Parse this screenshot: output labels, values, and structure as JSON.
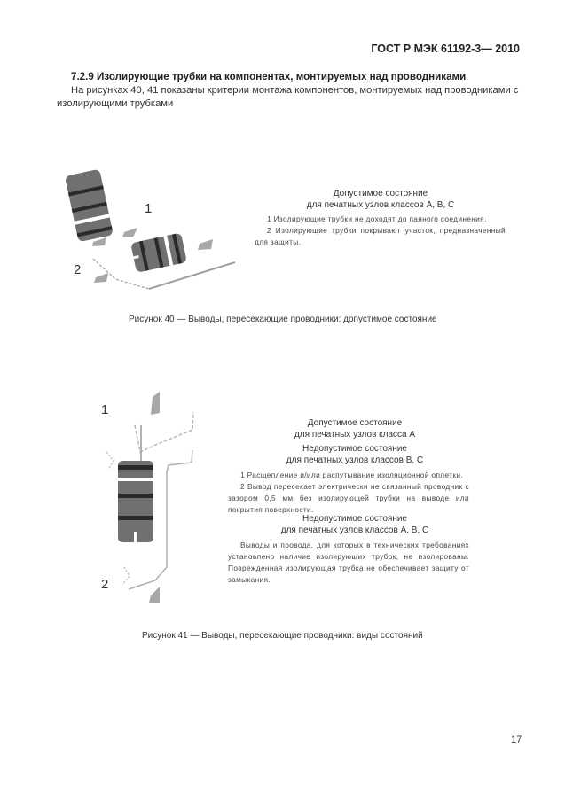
{
  "header": {
    "standard": "ГОСТ Р МЭК 61192-3— 2010"
  },
  "section": {
    "title": "7.2.9 Изолирующие трубки на компонентах, монтируемых над проводниками",
    "paragraph": "На рисунках 40, 41 показаны критерии монтажа компонентов, монтируемых над проводниками с изолирующими трубками"
  },
  "figure40": {
    "labels": [
      "1",
      "2"
    ],
    "status_line1": "Допустимое состояние",
    "status_line2": "для печатных узлов классов А, В, С",
    "notes": [
      "1 Изолирующие трубки не доходят до паяного соединения.",
      "2 Изолирующие трубки покрывают участок, предназначенный для защиты."
    ],
    "caption": "Рисунок 40 — Выводы, пересекающие проводники: допустимое состояние"
  },
  "figure41": {
    "labels": [
      "1",
      "2"
    ],
    "status_a_line1": "Допустимое состояние",
    "status_a_line2": "для печатных узлов класса А",
    "status_b_line1": "Недопустимое состояние",
    "status_b_line2": "для печатных узлов классов В, С",
    "notes_b": [
      "1 Расщепление и/или распутывание изоляционной оплетки.",
      "2 Вывод пересекает электрически не связанный проводник с зазором 0,5 мм без изолирующей трубки на выводе или покрытия поверхности."
    ],
    "status_c_line1": "Недопустимое состояние",
    "status_c_line2": "для печатных узлов классов А, В, С",
    "notes_c": [
      "Выводы и провода, для которых в технических требованиях установлено наличие изолирующих трубок, не изолированы. Поврежденная изолирующая трубка не обеспечивает защиту от замыкания."
    ],
    "caption": "Рисунок 41 — Выводы, пересекающие проводники: виды состояний"
  },
  "footer": {
    "page_number": "17"
  },
  "colors": {
    "body_dark": "#6e6e6e",
    "stripe": "#2a2a2a",
    "pad": "#a8a8a8",
    "line": "#b0b0b0"
  }
}
